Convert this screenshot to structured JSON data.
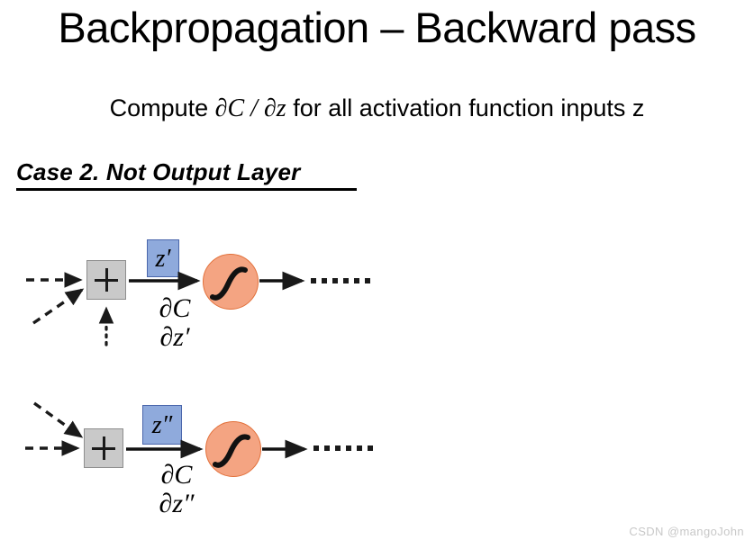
{
  "slide": {
    "title": "Backpropagation – Backward pass",
    "subtitle_prefix": "Compute ",
    "subtitle_math": "∂C / ∂z",
    "subtitle_suffix": " for all activation function inputs z",
    "case_heading": "Case 2. Not Output Layer",
    "watermark": "CSDN @mangoJohn"
  },
  "colors": {
    "sum_box_fill": "#c9c9c9",
    "sum_box_border": "#8e8e8e",
    "z_box_fill": "#8faadc",
    "z_box_border": "#4a66ab",
    "activation_fill": "#f4a482",
    "activation_border": "#e2703a",
    "stroke": "#1a1a1a",
    "watermark": "#c8c8c8"
  },
  "diagram": {
    "rows": [
      {
        "id": "row-1",
        "sum_label": "+",
        "z_label": "z′",
        "gradient_numerator": "∂C",
        "gradient_denominator": "∂z′",
        "activation_icon": "sigmoid-icon",
        "ellipsis_dots": 6,
        "inputs": [
          {
            "name": "dashed-arrow-horizontal",
            "style": "dashed"
          },
          {
            "name": "dashed-arrow-diagonal-up",
            "style": "dashed"
          },
          {
            "name": "dotted-arrow-vertical",
            "style": "dotted"
          }
        ]
      },
      {
        "id": "row-2",
        "sum_label": "+",
        "z_label": "z″",
        "gradient_numerator": "∂C",
        "gradient_denominator": "∂z″",
        "activation_icon": "sigmoid-icon",
        "ellipsis_dots": 6,
        "inputs": [
          {
            "name": "dashed-arrow-diagonal-down",
            "style": "dashed"
          },
          {
            "name": "dashed-arrow-horizontal",
            "style": "dashed"
          }
        ]
      }
    ]
  }
}
